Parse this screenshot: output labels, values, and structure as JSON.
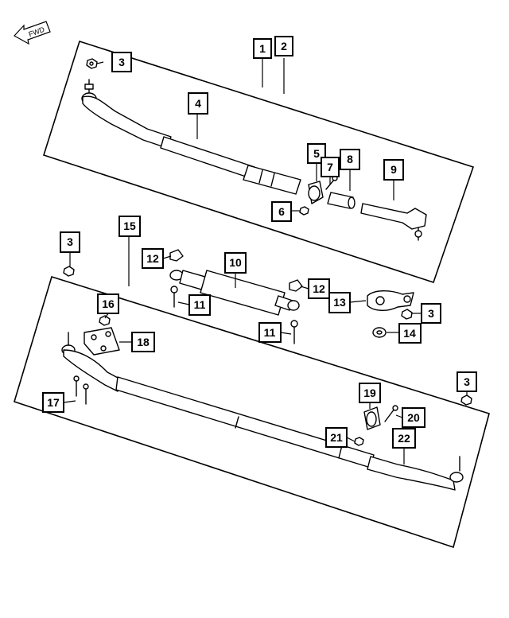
{
  "orientation": {
    "label": "FWD",
    "icon": "forward-arrow-icon"
  },
  "callouts": [
    "1",
    "2",
    "3",
    "4",
    "5",
    "6",
    "7",
    "8",
    "9",
    "10",
    "11",
    "12",
    "13",
    "14",
    "15",
    "16",
    "17",
    "18",
    "19",
    "20",
    "21",
    "22"
  ],
  "callout_style": {
    "border_color": "#000000",
    "text_color": "#000000"
  }
}
